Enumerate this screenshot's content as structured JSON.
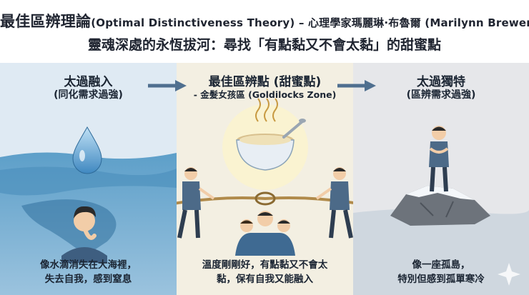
{
  "header": {
    "title_zh": "最佳區辨理論",
    "title_en": "(Optimal Distinctiveness Theory)",
    "title_sep": " – ",
    "title_psych": "心理學家瑪麗琳·布魯爾",
    "title_name": " (Marilynn Brewer)",
    "subtitle": "靈魂深處的永恆拔河：尋找「有點黏又不會太黏」的甜蜜點"
  },
  "panels": {
    "left": {
      "heading": "太過融入",
      "subheading": "(同化需求過強)",
      "caption_line1": "像水滴消失在大海裡，",
      "caption_line2": "失去自我，感到窒息"
    },
    "middle": {
      "heading": "最佳區辨點 (甜蜜點)",
      "subheading": "- 金髮女孩區 (Goldilocks Zone)",
      "caption_line1": "溫度剛剛好，有點黏又不會太",
      "caption_line2": "黏，保有自我又能融入"
    },
    "right": {
      "heading": "太過獨特",
      "subheading": "(區辨需求過強)",
      "caption_line1": "像一座孤島，",
      "caption_line2": "特別但感到孤單寒冷"
    }
  },
  "colors": {
    "left_bg": "#dfeaf3",
    "middle_bg": "#f3efe2",
    "right_bg": "#e6e7ea",
    "arrow": "#4f6f8f",
    "rope": "#b08a4a",
    "shirt": "#4c6a88"
  }
}
